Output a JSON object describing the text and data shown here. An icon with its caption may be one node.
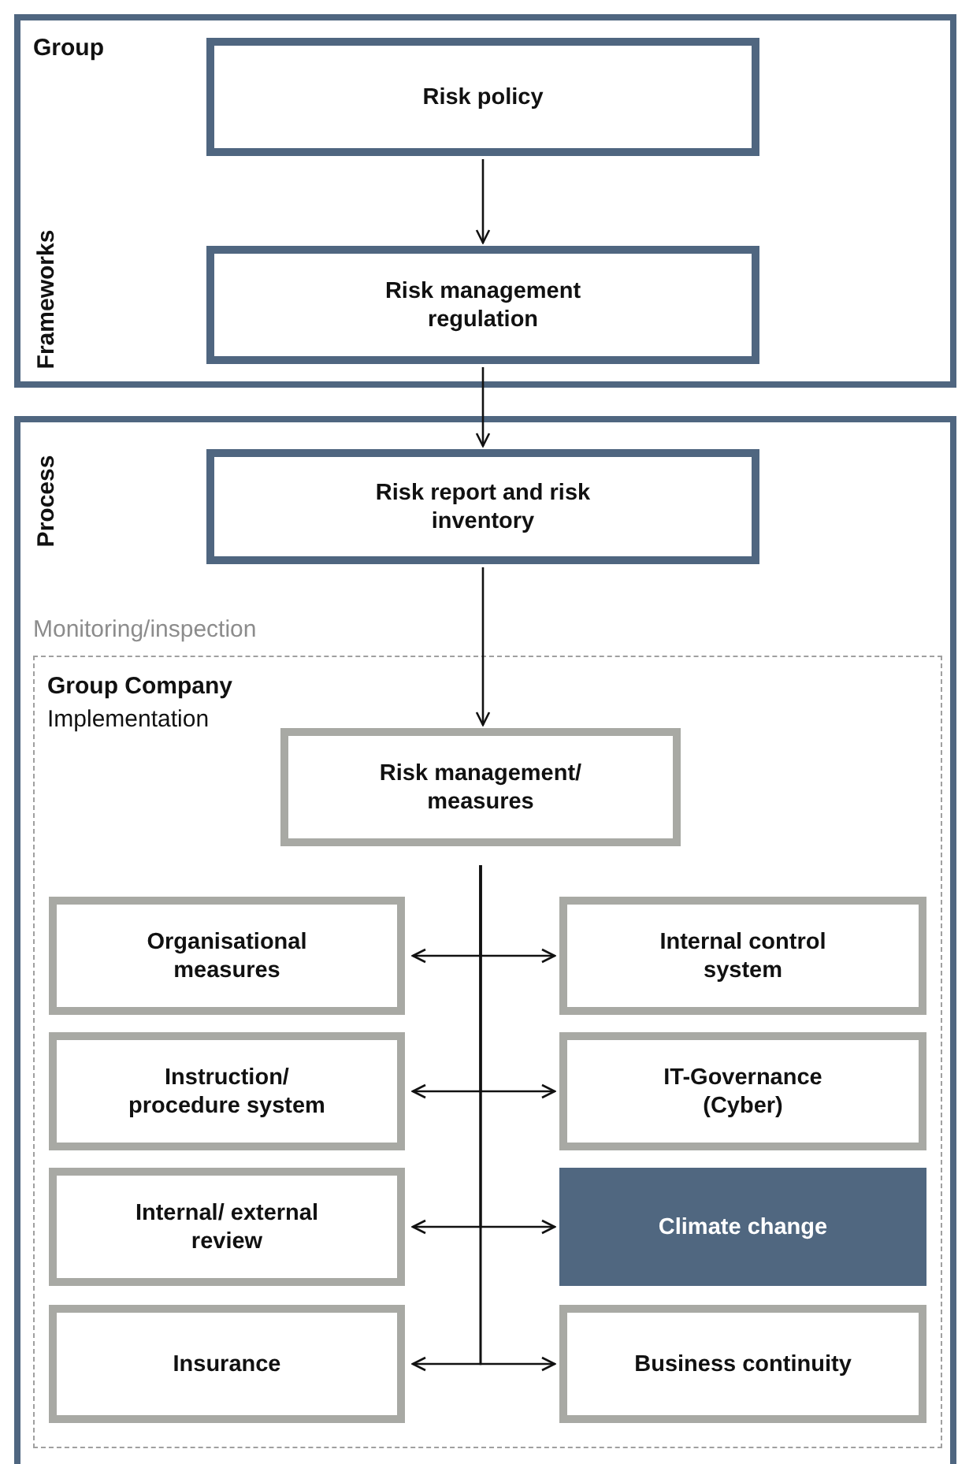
{
  "diagram": {
    "nodes": [
      {
        "text": [
          "Group",
          "Frameworks"
        ]
      },
      {
        "text": [
          "Risk policy"
        ],
        "in": 0
      },
      {
        "text": [
          "Risk management regulation"
        ],
        "in": 0
      },
      {
        "text": [
          "Process"
        ]
      },
      {
        "text": [
          "Risk report and risk inventory"
        ],
        "in": 3
      },
      {
        "text": [
          "Monitoring/inspection",
          "Group Company",
          "Implementation"
        ],
        "in": 3
      },
      {
        "text": [
          "Risk management/ measures"
        ],
        "in": 5
      },
      {
        "text": [
          "Organisational measures"
        ],
        "in": 5
      },
      {
        "text": [
          "Internal control system"
        ],
        "in": 5
      },
      {
        "text": [
          "Instruction/ procedure system"
        ],
        "in": 5
      },
      {
        "text": [
          "IT-Governance (Cyber)"
        ],
        "in": 5
      },
      {
        "text": [
          "Internal/ external review"
        ],
        "in": 5
      },
      {
        "text": [
          "Climate change"
        ],
        "in": 5
      },
      {
        "text": [
          "Insurance"
        ],
        "in": 5
      },
      {
        "text": [
          "Business continuity"
        ],
        "in": 5
      }
    ],
    "edges": [
      {
        "from": 1,
        "to": 2,
        "arrow": "to"
      },
      {
        "from": 2,
        "to": 4,
        "arrow": "to"
      },
      {
        "from": 4,
        "to": 6,
        "arrow": "to"
      },
      {
        "from": 6,
        "to": 7,
        "arrow": "to"
      },
      {
        "from": 6,
        "to": 8,
        "arrow": "to"
      },
      {
        "from": 6,
        "to": 9,
        "arrow": "to"
      },
      {
        "from": 6,
        "to": 10,
        "arrow": "to"
      },
      {
        "from": 6,
        "to": 11,
        "arrow": "to"
      },
      {
        "from": 6,
        "to": 12,
        "arrow": "to"
      },
      {
        "from": 6,
        "to": 13,
        "arrow": "to"
      },
      {
        "from": 6,
        "to": 14,
        "arrow": "to"
      }
    ]
  }
}
